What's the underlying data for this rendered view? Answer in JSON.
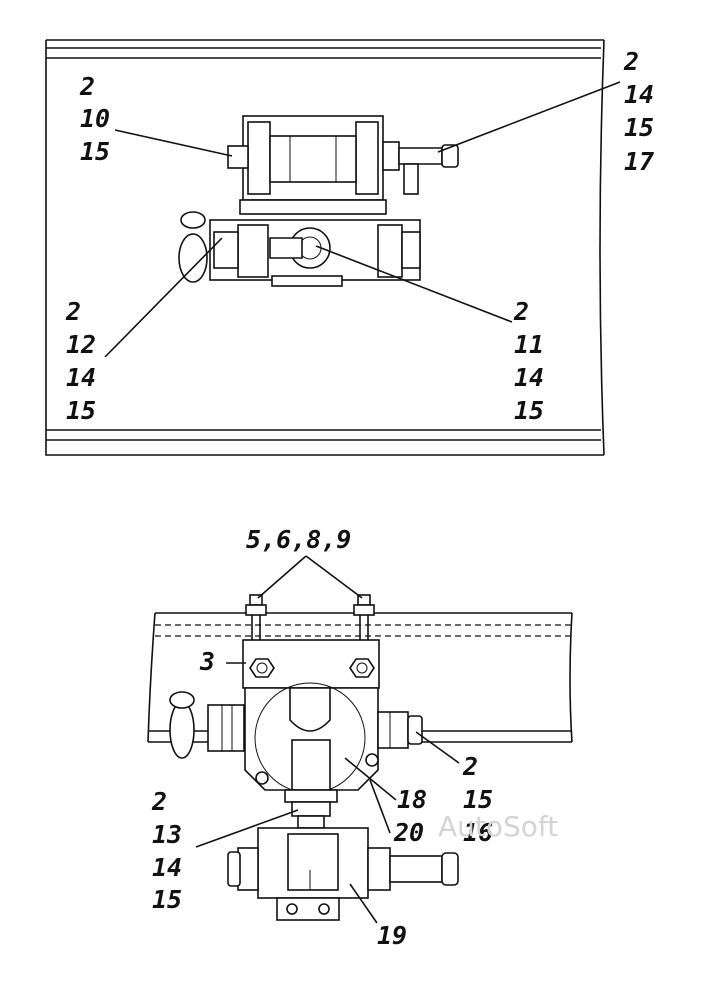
{
  "labels": {
    "top_left": [
      "2",
      "10",
      "15"
    ],
    "top_right": [
      "2",
      "14",
      "15",
      "17"
    ],
    "mid_left": [
      "2",
      "12",
      "14",
      "15"
    ],
    "mid_right": [
      "2",
      "11",
      "14",
      "15"
    ],
    "bottom_top": "5,6,8,9",
    "bottom_3": "3",
    "bottom_right": [
      "2",
      "15",
      "16"
    ],
    "bottom_18": "18",
    "bottom_20": "20",
    "bottom_left": [
      "2",
      "13",
      "14",
      "15"
    ],
    "bottom_19": "19"
  },
  "watermark": "AutoSoft"
}
